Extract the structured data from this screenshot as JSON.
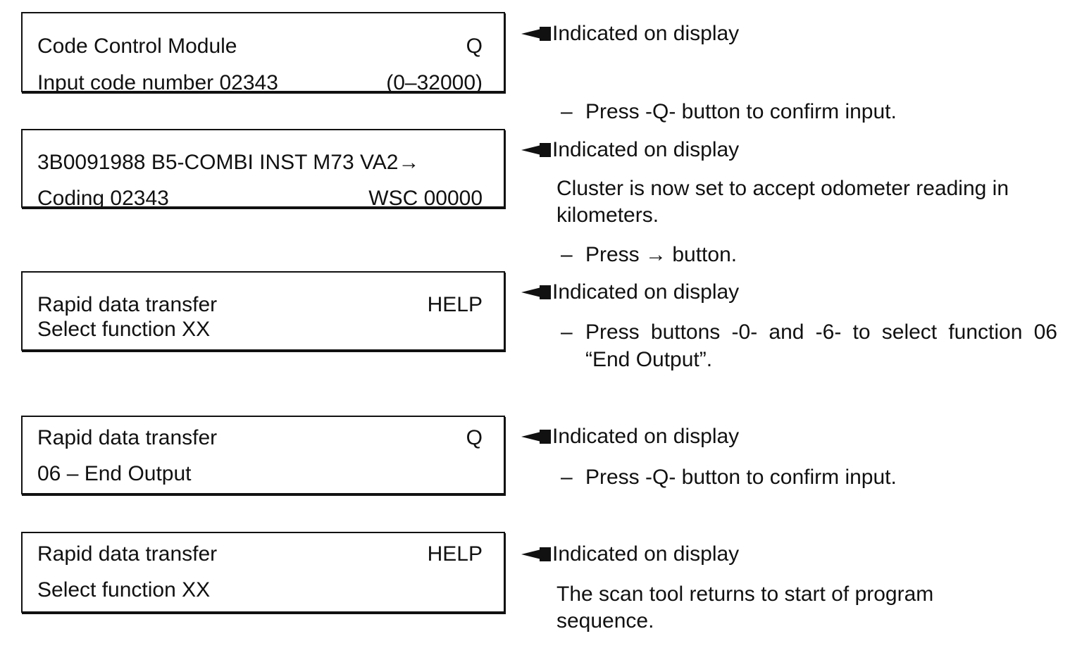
{
  "displays": [
    {
      "line1": {
        "left": "Code Control Module",
        "right": "Q"
      },
      "line2": {
        "left": "Input code number  02343",
        "right": "(0–32000)"
      }
    },
    {
      "line1": {
        "left": "3B0091988  B5-COMBI INST M73 VA2→",
        "right": ""
      },
      "line2": {
        "left": "Coding  02343",
        "right": "WSC  00000"
      }
    },
    {
      "line1": {
        "left": "Rapid data transfer",
        "right": "HELP"
      },
      "line2": {
        "left": "Select function XX",
        "right": ""
      }
    },
    {
      "line1": {
        "left": "Rapid data transfer",
        "right": "Q"
      },
      "line2": {
        "left": "06 – End Output",
        "right": ""
      }
    },
    {
      "line1": {
        "left": "Rapid data transfer",
        "right": "HELP"
      },
      "line2": {
        "left": "Select function XX",
        "right": ""
      }
    }
  ],
  "indicator_text": "Indicated on display",
  "instructions": {
    "step1": {
      "dash": "–",
      "text": "Press -Q- button to confirm input."
    },
    "note1": "Cluster is now set to accept odometer reading in kilometers.",
    "step2": {
      "dash": "–",
      "text": "Press → button."
    },
    "step3": {
      "dash": "–",
      "text": "Press buttons -0- and -6- to select function 06 “End Output”."
    },
    "step4": {
      "dash": "–",
      "text": "Press -Q- button to confirm input."
    },
    "note2": "The scan tool returns to start of program sequence."
  },
  "icons": {
    "indicator": "pointing-arrow-icon"
  }
}
